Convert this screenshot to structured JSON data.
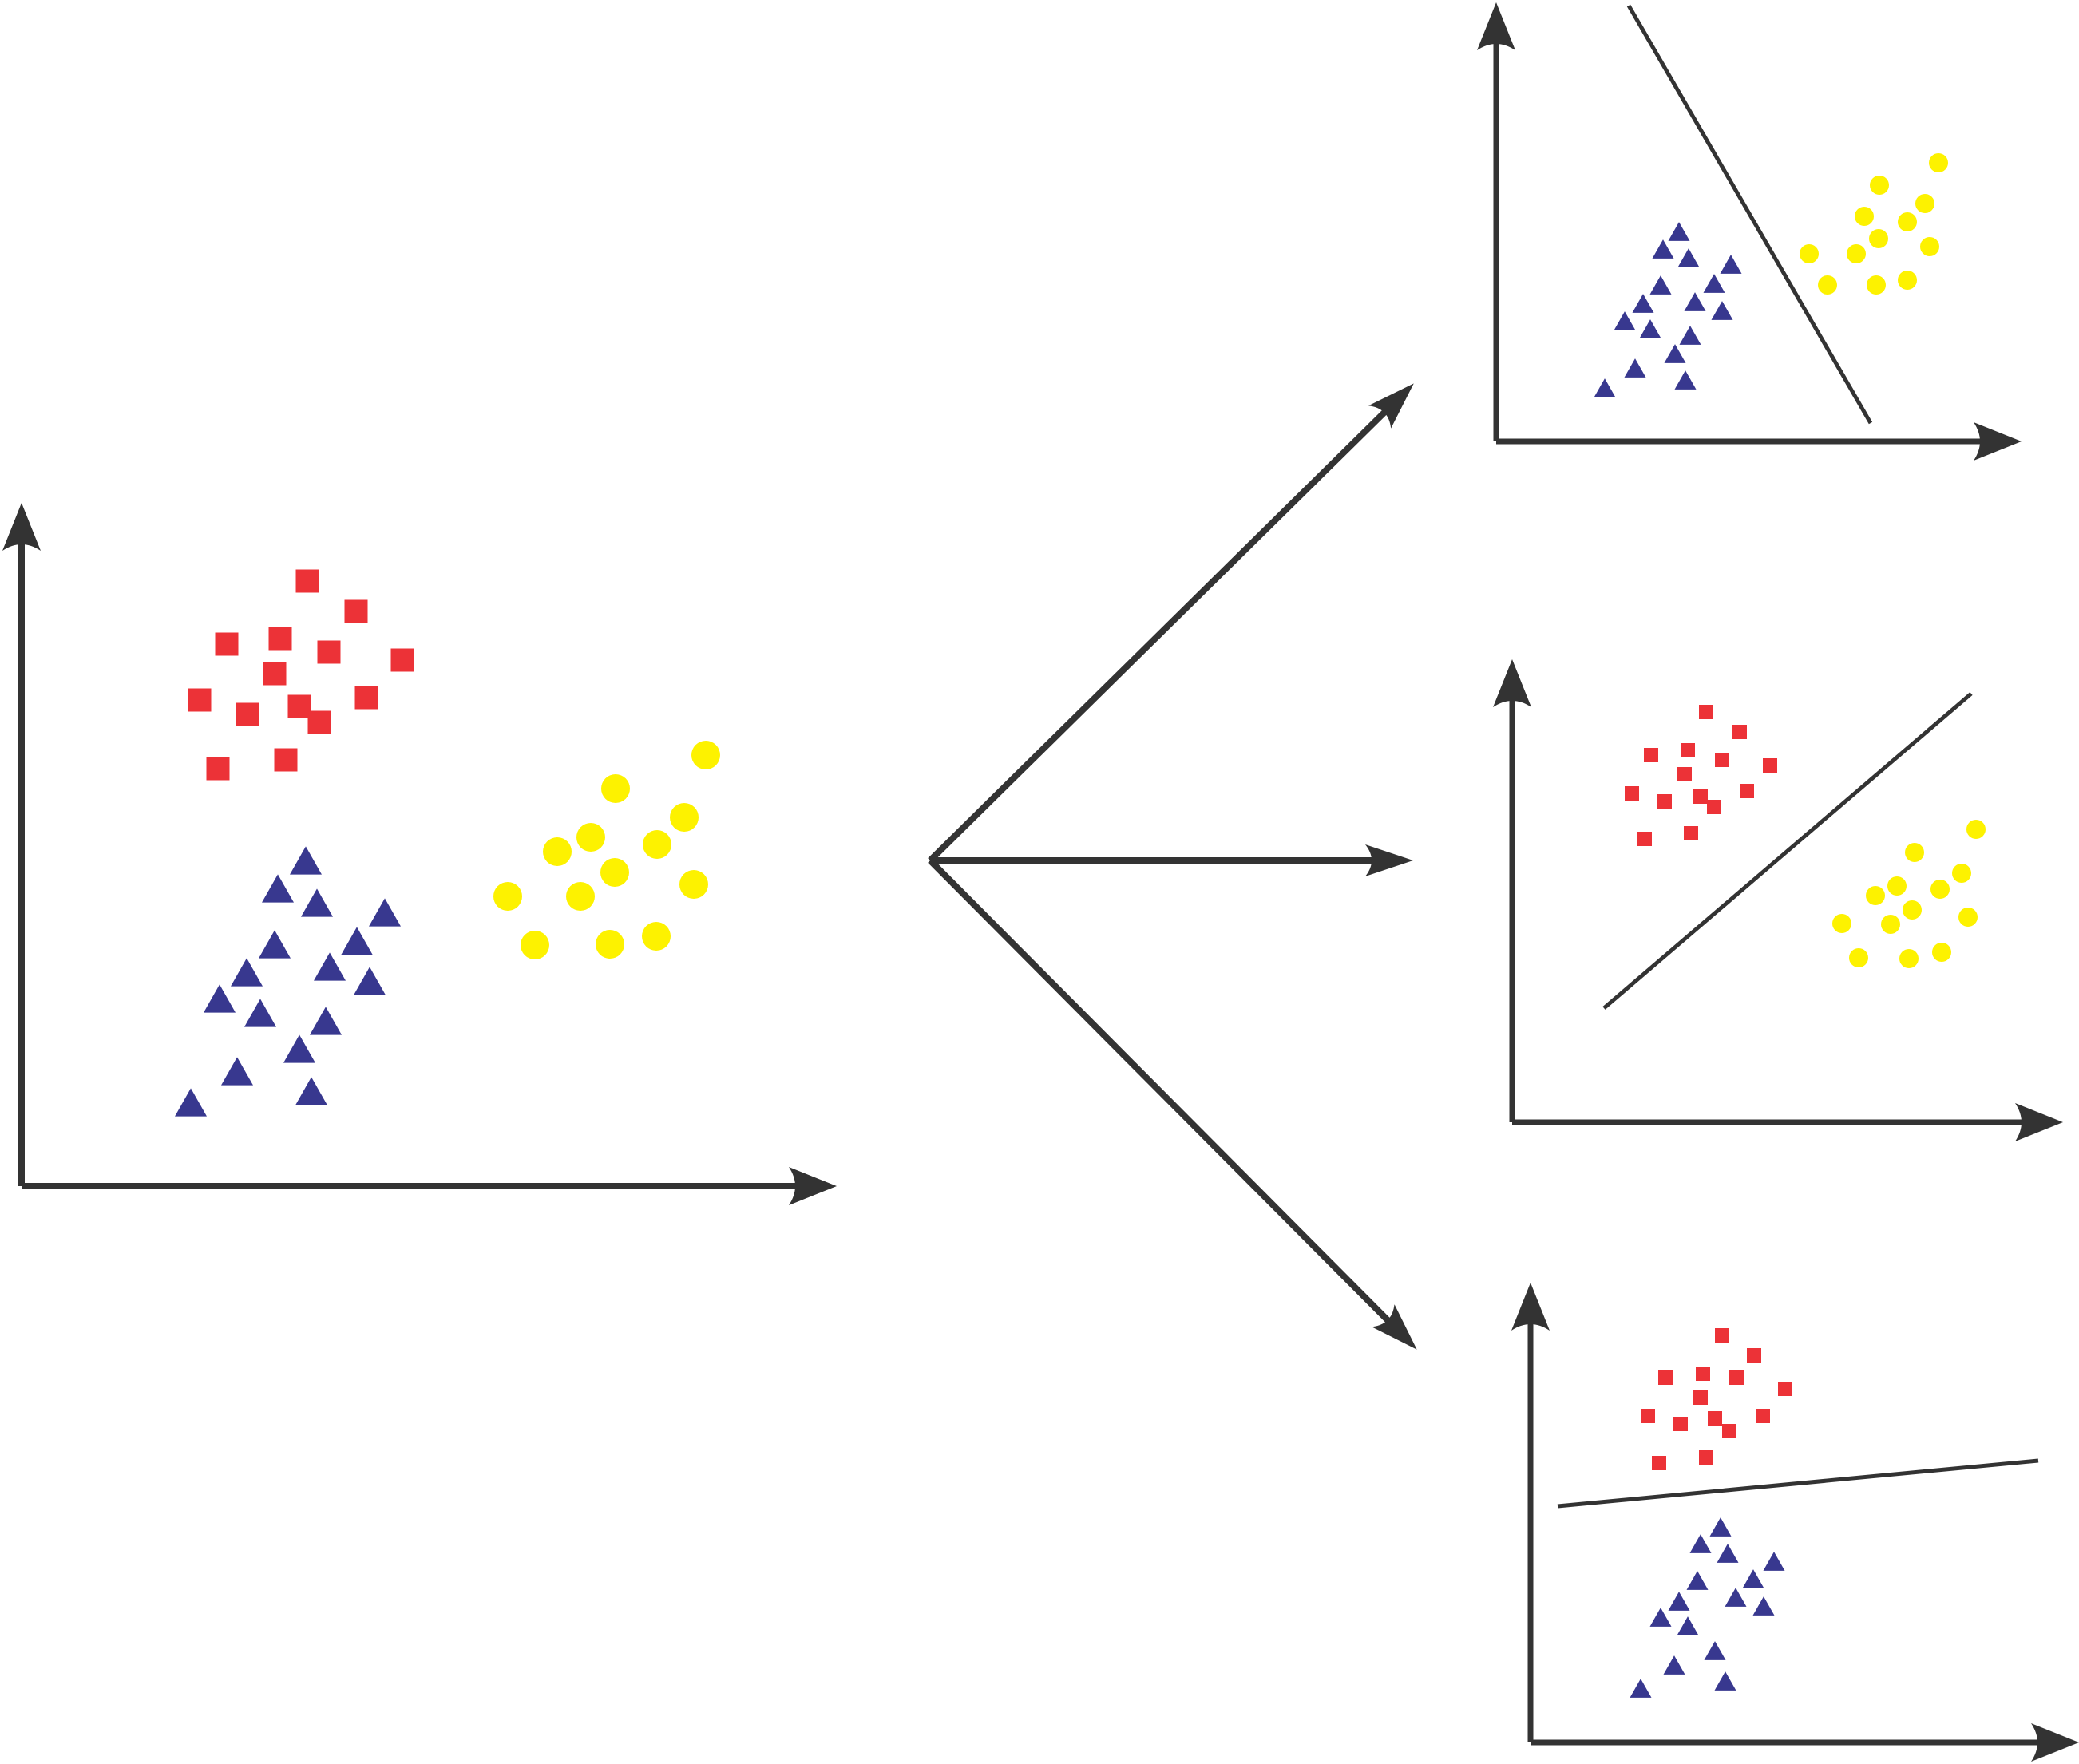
{
  "diagram": {
    "kind": "one-vs-one pairwise linear classification",
    "source_plot": {
      "classes": [
        "square",
        "triangle",
        "circle"
      ]
    },
    "pairwise_plots": [
      {
        "name": "triangle-vs-circle",
        "classes": [
          "triangle",
          "circle"
        ]
      },
      {
        "name": "square-vs-circle",
        "classes": [
          "square",
          "circle"
        ]
      },
      {
        "name": "square-vs-triangle",
        "classes": [
          "square",
          "triangle"
        ]
      }
    ]
  },
  "colors": {
    "square": "#ec3237",
    "triangle": "#38388f",
    "circle": "#fdf200",
    "axis": "#333333",
    "background": "#ffffff"
  },
  "icons": {
    "square": "square-marker-icon",
    "triangle": "triangle-marker-icon",
    "circle": "circle-marker-icon",
    "arrow": "arrow-icon"
  }
}
